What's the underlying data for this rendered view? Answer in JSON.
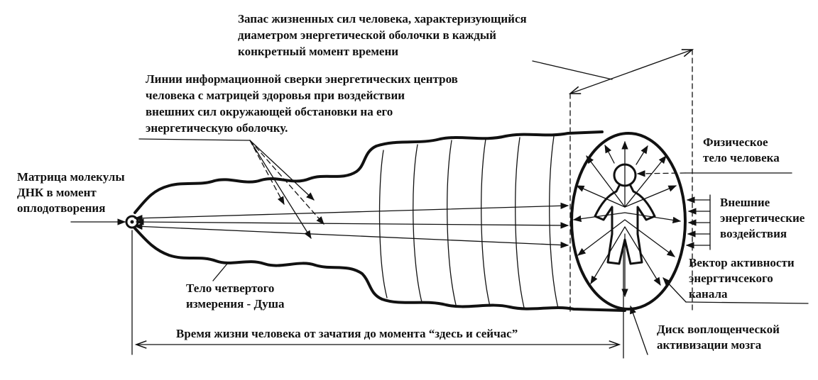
{
  "labels": {
    "reserve": [
      "Запас жизненных сил человека, характеризующийся",
      "диаметром энергетической оболочки в каждый",
      "конкретный момент времени"
    ],
    "info_lines": [
      "Линии информационной сверки энергетических центров",
      "человека с матрицей здоровья при воздействии",
      "внешних сил окружающей обстановки на его",
      "энергетическую оболочку."
    ],
    "dna_matrix": [
      "Матрица молекулы",
      "ДНК в момент",
      "оплодотворения"
    ],
    "physical_body": [
      "Физическое",
      "тело человека"
    ],
    "external_influences": [
      "Внешние",
      "энергетические",
      "воздействия"
    ],
    "activity_vector": [
      "Вектор активности",
      "энергтичсекого",
      "канала"
    ],
    "fourth_dimension": [
      "Тело четвертого",
      "измерения - Душа"
    ],
    "lifetime": [
      "Время жизни человека от зачатия до момента “здесь и сейчас”"
    ],
    "brain_disc": [
      "Диск воплощенческой",
      "активизации мозга"
    ]
  },
  "colors": {
    "ink": "#111111",
    "background": "#ffffff"
  }
}
